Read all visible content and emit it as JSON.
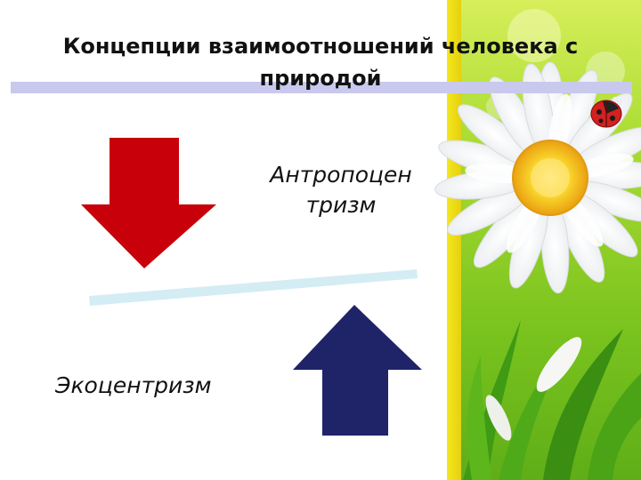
{
  "slide": {
    "title_line1": "Концепции взаимоотношений человека с",
    "title_line2": "природой",
    "anthropocentrism_line1": "Антропоцен",
    "anthropocentrism_line2": "тризм",
    "ecocentrism": "Экоцентризм"
  },
  "colors": {
    "title_underline": "#c9c9ee",
    "red_arrow": "#c8000a",
    "blue_arrow": "#1f2468",
    "divider_line": "#d4ecf4",
    "background_green": "#7ec81e",
    "yellow_band": "#f2e21a",
    "flower_center": "#f6c21a",
    "ladybug": "#d42020"
  },
  "icons": {
    "down_arrow": "arrow-down-icon",
    "up_arrow": "arrow-up-icon",
    "flower": "daisy-flower",
    "ladybug": "ladybug-icon"
  }
}
